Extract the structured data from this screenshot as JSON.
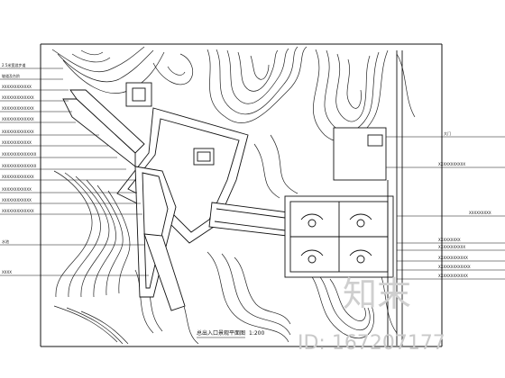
{
  "drawing": {
    "caption": "总出入口景观平面图",
    "caption_scale": "1:200",
    "left_labels": [
      "2.5米宽游步道",
      "坡道及台阶",
      "XXXXXXXXXXXX",
      "XXXXXXXXXXXXX",
      "XXXXXXXXXXXXX",
      "XXXXXXXXXXXXX",
      "XXXXXXXXXXXXX",
      "XXXXXXXXXXXX",
      "XXXXXXXXXXXXXX",
      "XXXXXXXXXXXXXX",
      "XXXXXXXXXXXXX",
      "XXXXXXXXXXXX",
      "XXXXXXXXXXXX",
      "XXXXXXXXXXXXX",
      "水池",
      "XXXX"
    ],
    "right_labels": [
      "大门",
      "XXXXXXXXXXX",
      "XXXXXXXXX",
      "XXXXXXXXX",
      "XXXXXXXXXXX",
      "XXXXXXXXXXXX",
      "XXXXXXXXXXXXX",
      "XXXXXXXXXXXX"
    ]
  },
  "watermark": {
    "logo_text": "知末",
    "id_text": "ID: 167207177"
  }
}
